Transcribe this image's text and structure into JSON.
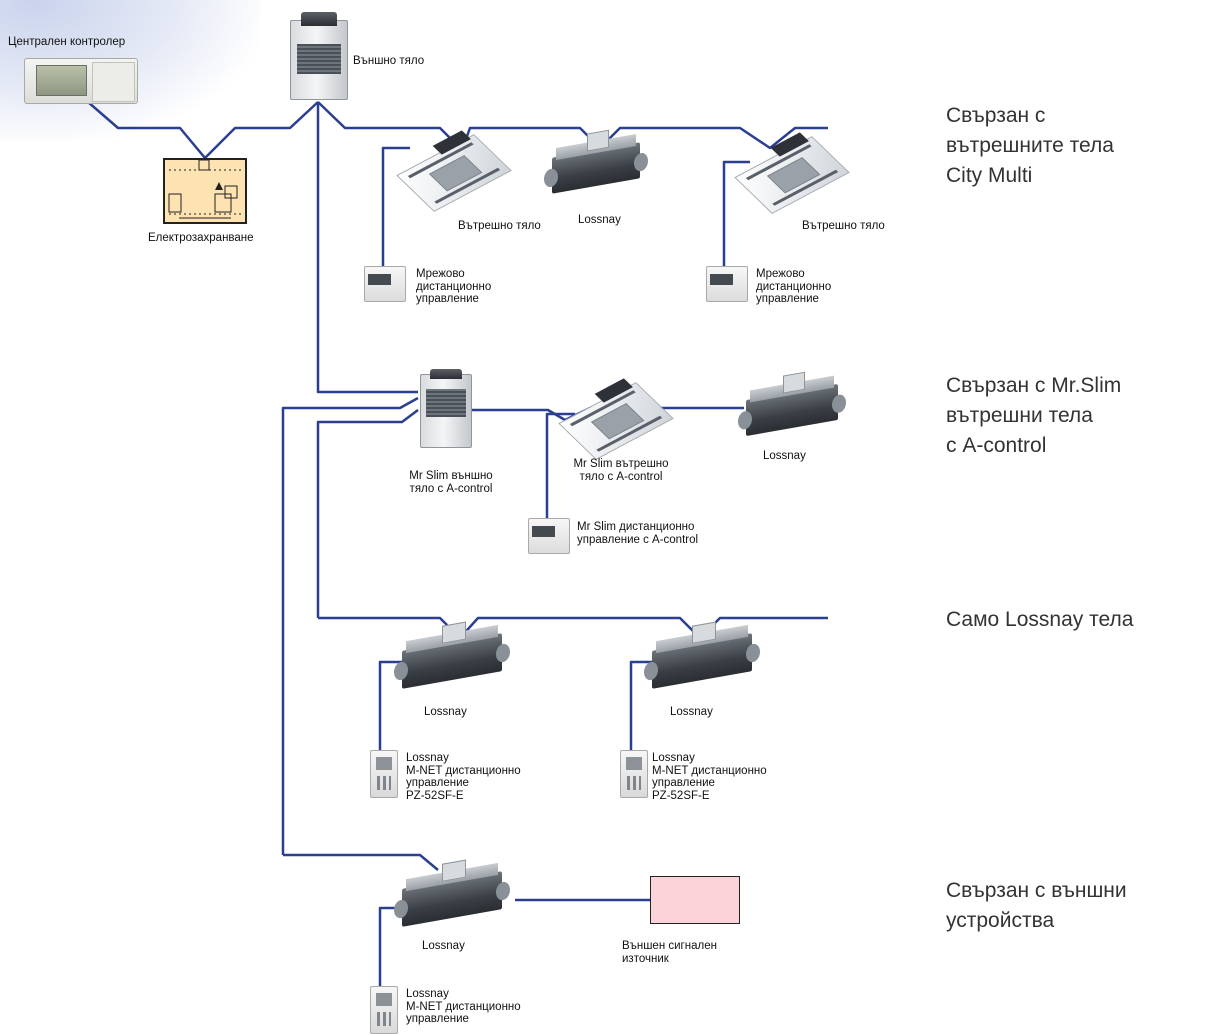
{
  "labels": {
    "central_controller": "Централен контролер",
    "outdoor_unit": "Външно тяло",
    "power_supply": "Електрозахранване",
    "indoor_unit_1": "Вътрешно тяло",
    "lossnay_top": "Lossnay",
    "indoor_unit_2": "Вътрешно тяло",
    "network_remote_1": "Мрежово\nдистанционно\nуправление",
    "network_remote_2": "Мрежово\nдистанционно\nуправление",
    "mrslim_outdoor": "Mr Slim външно\nтяло с A-control",
    "mrslim_indoor": "Mr Slim вътрешно\nтяло с A-control",
    "lossnay_mrslim": "Lossnay",
    "mrslim_remote": "Mr Slim дистанционно\nуправление с A-control",
    "lossnay_only_1": "Lossnay",
    "lossnay_only_2": "Lossnay",
    "lossnay_remote_1": "Lossnay\nM-NET дистанционно\nуправление\nPZ-52SF-E",
    "lossnay_remote_2": "Lossnay\nM-NET дистанционно\nуправление\nPZ-52SF-E",
    "lossnay_ext": "Lossnay",
    "external_signal": "Външен сигнален\nизточник",
    "lossnay_remote_3": "Lossnay\nM-NET дистанционно\nуправление"
  },
  "sections": {
    "city_multi": "Свързан с\nвътрешните тела\nCity Multi",
    "mr_slim": "Свързан с Mr.Slim\nвътрешни тела\nс A-control",
    "lossnay_only": "Само Lossnay тела",
    "external": "Свързан с външни\nустройства"
  },
  "colors": {
    "wire": "#2a3f8f",
    "power_box": "#fde2b2",
    "signal_box": "#fbd3d9"
  }
}
